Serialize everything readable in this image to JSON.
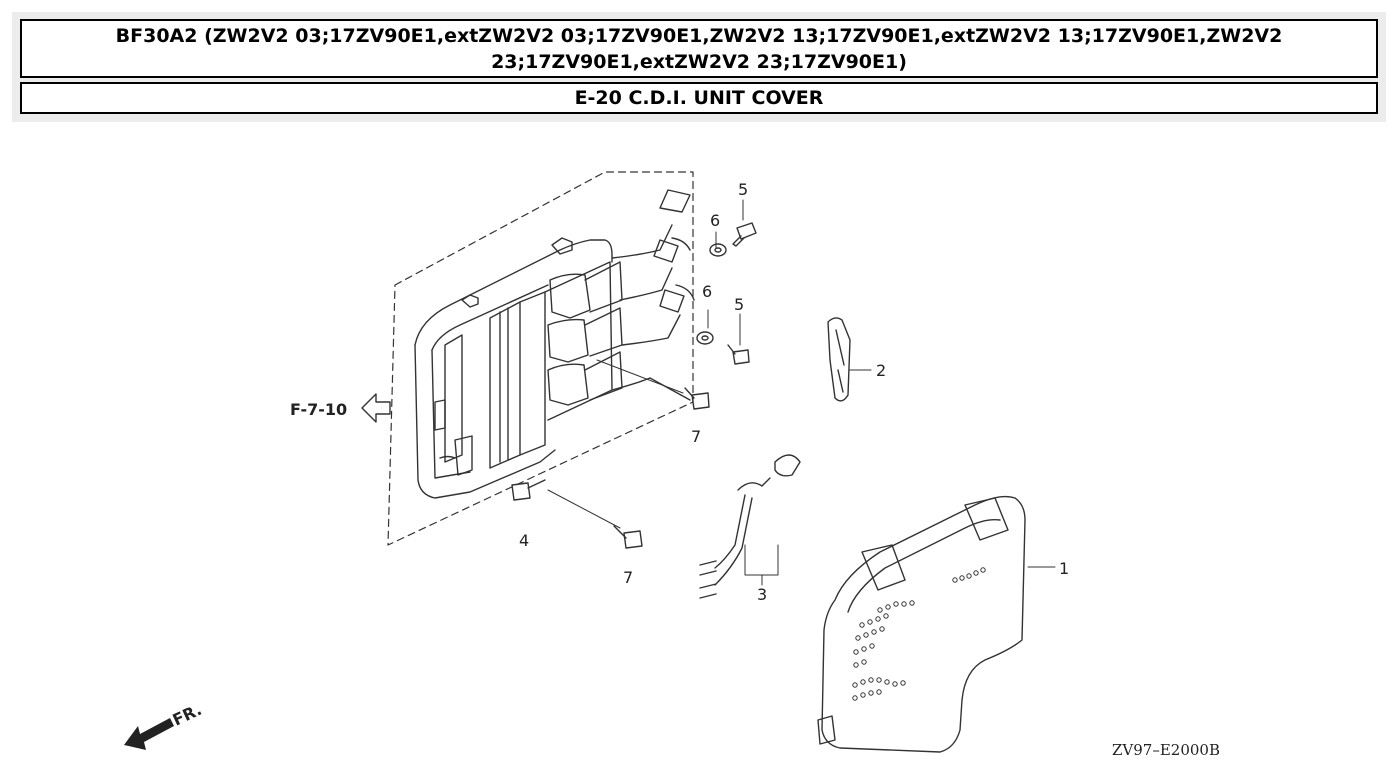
{
  "header": {
    "model_line": "BF30A2 (ZW2V2 03;17ZV90E1,extZW2V2 03;17ZV90E1,ZW2V2 13;17ZV90E1,extZW2V2 13;17ZV90E1,ZW2V2 23;17ZV90E1,extZW2V2 23;17ZV90E1)",
    "section_title": "E-20 C.D.I. UNIT COVER"
  },
  "diagram": {
    "reference": "F-7-10",
    "front_marker": "FR.",
    "drawing_code": "ZV97–E2000B",
    "callouts": {
      "c1": "1",
      "c2": "2",
      "c3": "3",
      "c4": "4",
      "c5a": "5",
      "c5b": "5",
      "c6a": "6",
      "c6b": "6",
      "c7a": "7",
      "c7b": "7"
    }
  }
}
